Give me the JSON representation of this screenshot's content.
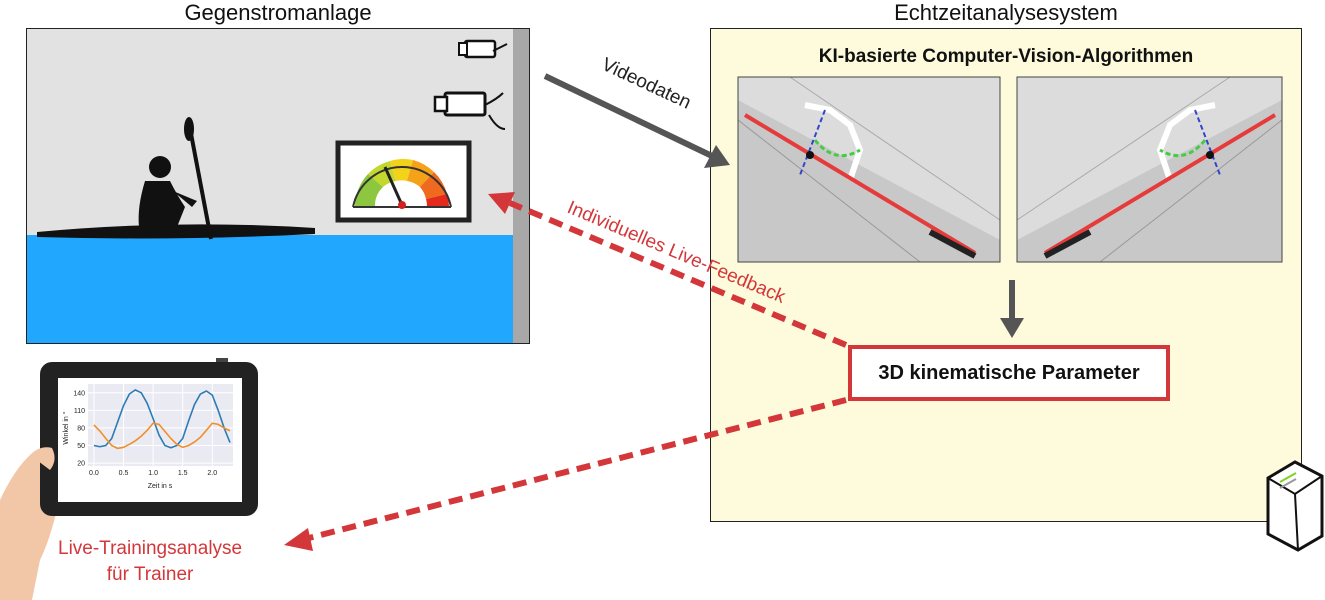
{
  "left_panel": {
    "title": "Gegenstromanlage"
  },
  "right_panel": {
    "title": "Echtzeitanalysesystem",
    "cv_heading": "KI-basierte Computer-Vision-Algorithmen",
    "param_box": "3D kinematische Parameter"
  },
  "arrows": {
    "video": "Videodaten",
    "feedback": "Individuelles Live-Feedback"
  },
  "trainer": {
    "line1": "Live-Trainingsanalyse",
    "line2": "für Trainer"
  },
  "tablet_chart": {
    "ylabel": "Winkel in °",
    "xlabel": "Zeit in s",
    "yticks": [
      "140",
      "110",
      "80",
      "50",
      "20"
    ],
    "xticks": [
      "0.0",
      "0.5",
      "1.0",
      "1.5",
      "2.0"
    ]
  },
  "chart_data": {
    "type": "line",
    "xlabel": "Zeit in s",
    "ylabel": "Winkel in °",
    "xlim": [
      -0.1,
      2.35
    ],
    "ylim": [
      15,
      155
    ],
    "series": [
      {
        "color": "#2c7bb6",
        "x": [
          0.0,
          0.1,
          0.2,
          0.3,
          0.4,
          0.5,
          0.6,
          0.7,
          0.8,
          0.9,
          1.0,
          1.1,
          1.2,
          1.3,
          1.4,
          1.5,
          1.6,
          1.7,
          1.8,
          1.9,
          2.0,
          2.1,
          2.2,
          2.3
        ],
        "y": [
          50,
          48,
          50,
          62,
          90,
          118,
          138,
          145,
          140,
          122,
          96,
          68,
          50,
          46,
          50,
          62,
          92,
          120,
          138,
          143,
          136,
          110,
          80,
          55
        ]
      },
      {
        "color": "#f28e2b",
        "x": [
          0.0,
          0.1,
          0.2,
          0.3,
          0.4,
          0.5,
          0.6,
          0.7,
          0.8,
          0.9,
          1.0,
          1.1,
          1.2,
          1.3,
          1.4,
          1.5,
          1.6,
          1.7,
          1.8,
          1.9,
          2.0,
          2.1,
          2.2,
          2.3
        ],
        "y": [
          85,
          75,
          62,
          50,
          45,
          47,
          52,
          58,
          66,
          76,
          88,
          86,
          74,
          62,
          52,
          47,
          50,
          56,
          64,
          76,
          88,
          86,
          80,
          75
        ]
      }
    ]
  },
  "colors": {
    "accent": "#d3373a",
    "water": "#22a7ff",
    "panel_bg": "#fdfbdb",
    "arrow_gray": "#555555"
  }
}
